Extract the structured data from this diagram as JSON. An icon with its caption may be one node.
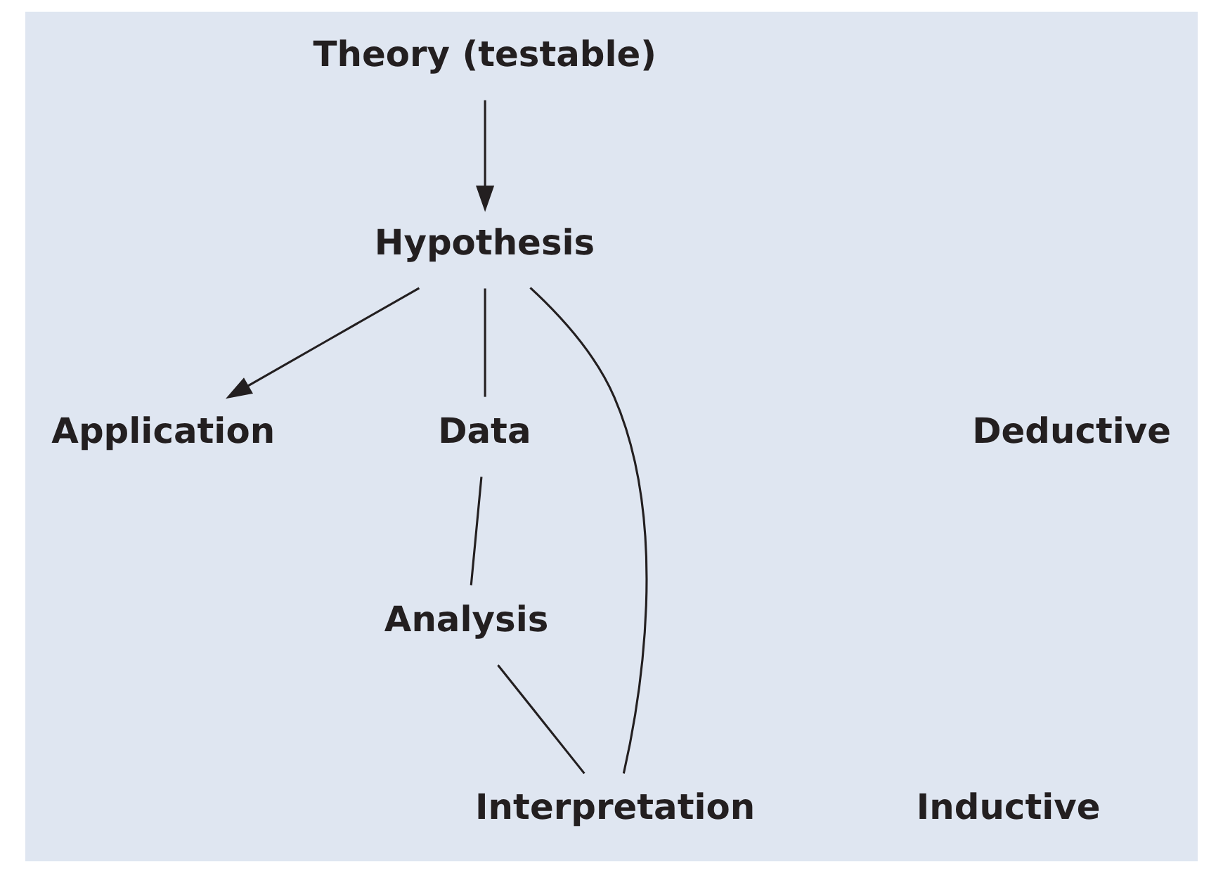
{
  "diagram": {
    "nodes": [
      {
        "text": [
          "Theory (testable)"
        ]
      },
      {
        "text": [
          "Application"
        ]
      },
      {
        "text": [
          "Hypothesis"
        ]
      },
      {
        "text": [
          "Data"
        ]
      },
      {
        "text": [
          "Analysis"
        ]
      },
      {
        "text": [
          "Interpretation"
        ]
      }
    ],
    "edges": [
      {
        "from": 0,
        "to": 2,
        "arrow": "to"
      },
      {
        "from": 2,
        "to": 1,
        "arrow": "to"
      },
      {
        "from": 2,
        "to": 3,
        "arrow": "none"
      },
      {
        "from": 3,
        "to": 4,
        "arrow": "none"
      },
      {
        "from": 4,
        "to": 5,
        "arrow": "none"
      },
      {
        "from": 5,
        "to": 2,
        "arrow": "none"
      }
    ],
    "labels": [
      "Deductive",
      "Inductive"
    ]
  }
}
